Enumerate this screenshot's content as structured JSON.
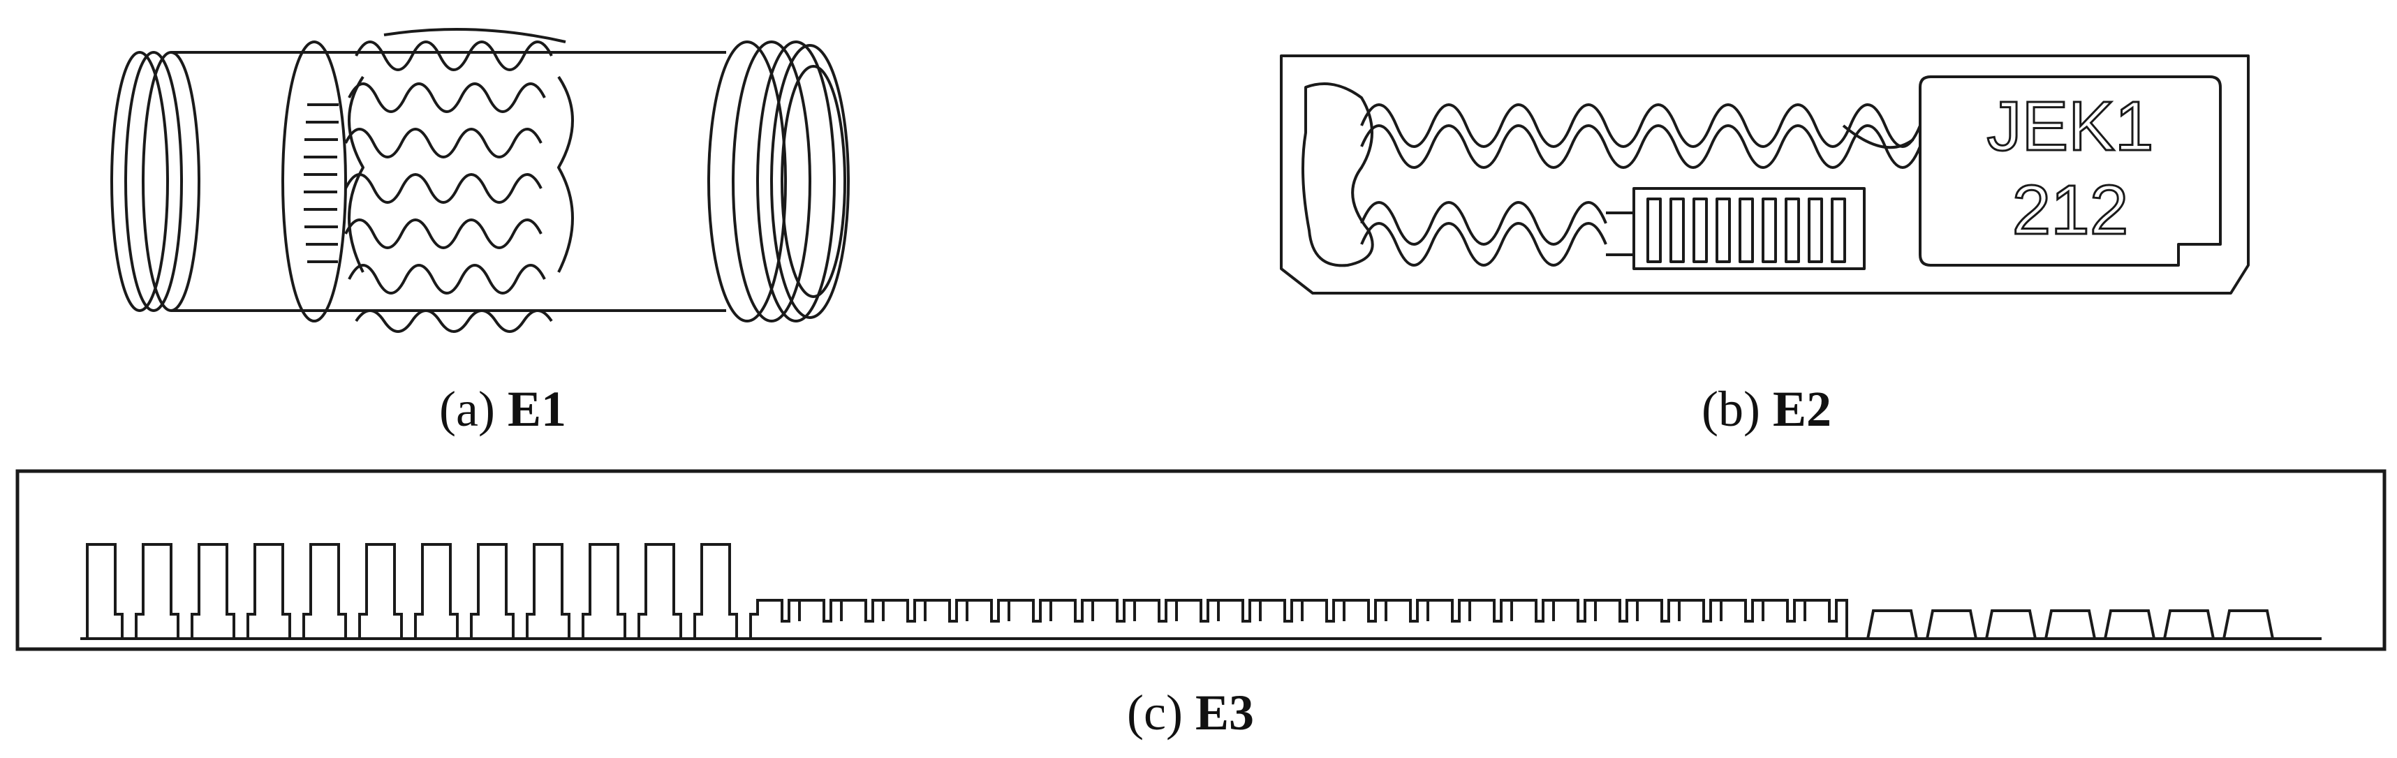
{
  "figure": {
    "panels": [
      {
        "id": "a",
        "tag": "(a)",
        "name": "E1"
      },
      {
        "id": "b",
        "tag": "(b)",
        "name": "E2",
        "label_lines": [
          "JEK1",
          "212"
        ]
      },
      {
        "id": "c",
        "tag": "(c)",
        "name": "E3"
      }
    ]
  },
  "colors": {
    "line": "#1a1a1a",
    "background": "#ffffff"
  }
}
